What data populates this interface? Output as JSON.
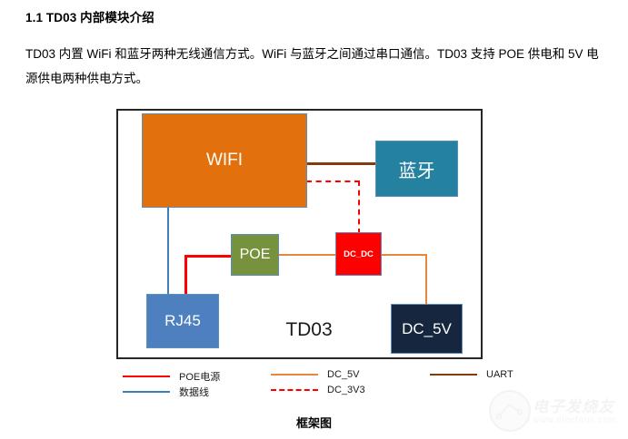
{
  "document": {
    "heading": "1.1 TD03 内部模块介绍",
    "paragraph": "TD03 内置 WiFi 和蓝牙两种无线通信方式。WiFi 与蓝牙之间通过串口通信。TD03 支持 POE 供电和 5V 电源供电两种供电方式。",
    "caption": "框架图"
  },
  "diagram": {
    "container_label": "TD03",
    "nodes": [
      {
        "id": "wifi",
        "label": "WIFI",
        "fill": "#e2700d",
        "border": "#5b8ebd",
        "text": "#ffffff"
      },
      {
        "id": "bluetooth",
        "label": "蓝牙",
        "fill": "#2481a0",
        "border": "#5b8ebd",
        "text": "#ffffff"
      },
      {
        "id": "poe",
        "label": "POE",
        "fill": "#76923c",
        "border": "#5b8ebd",
        "text": "#ffffff"
      },
      {
        "id": "dc_dc",
        "label": "DC_DC",
        "fill": "#fe0000",
        "border": "#5b8ebd",
        "text": "#ffffff"
      },
      {
        "id": "rj45",
        "label": "RJ45",
        "fill": "#4e80bf",
        "border": "#5b8ebd",
        "text": "#ffffff"
      },
      {
        "id": "dc_5v",
        "label": "DC_5V",
        "fill": "#17263f",
        "border": "#5b8ebd",
        "text": "#ffffff"
      }
    ]
  },
  "legend": {
    "items": [
      {
        "id": "poe_power",
        "label": "POE电源",
        "color": "#fe0000",
        "style": "solid"
      },
      {
        "id": "data_line",
        "label": "数据线",
        "color": "#3a7fc1",
        "style": "solid"
      },
      {
        "id": "dc_5v",
        "label": "DC_5V",
        "color": "#e8873a",
        "style": "solid"
      },
      {
        "id": "dc_3v3",
        "label": "DC_3V3",
        "color": "#fe0000",
        "style": "dashed"
      },
      {
        "id": "uart",
        "label": "UART",
        "color": "#843c0c",
        "style": "solid"
      }
    ]
  },
  "watermark": {
    "brand": "电子发烧友",
    "url": "www.elecfans.com"
  }
}
